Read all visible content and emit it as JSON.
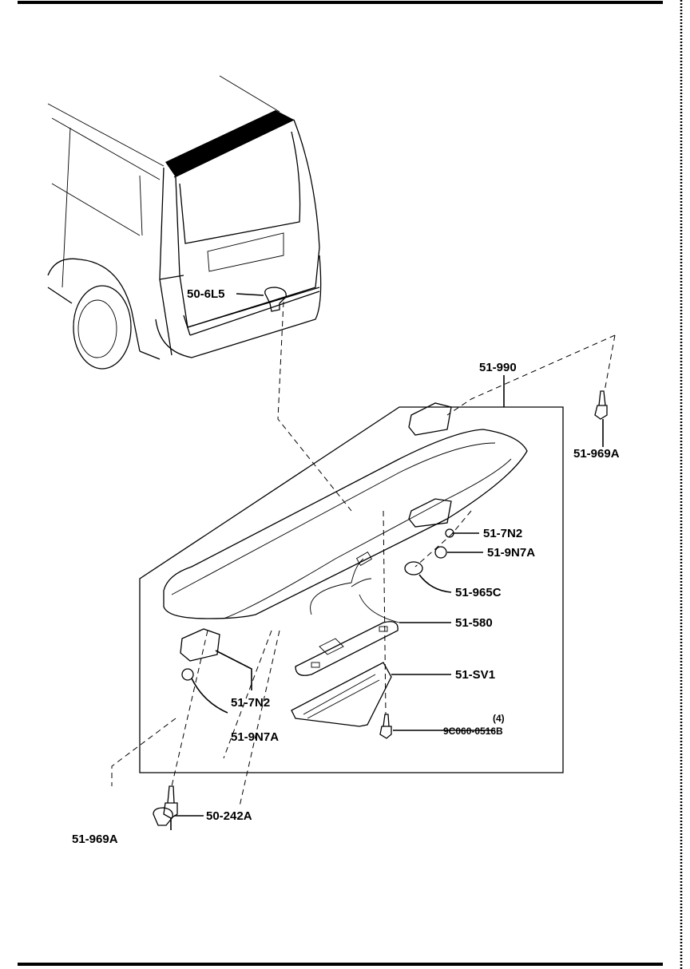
{
  "parts": {
    "spoiler_assembly": "51-990",
    "clip_upper": "50-6L5",
    "pad_right": "51-7N2",
    "seal_right": "51-9N7A",
    "bolt_right": "51-969A",
    "cap": "51-965C",
    "high_mount_lamp": "51-580",
    "lamp_cover": "51-SV1",
    "screw_qty": "(4)",
    "screw": "9C060-0516B",
    "pad_left": "51-7N2",
    "seal_left": "51-9N7A",
    "bolt_left": "51-969A",
    "clip_lower": "50-242A"
  }
}
